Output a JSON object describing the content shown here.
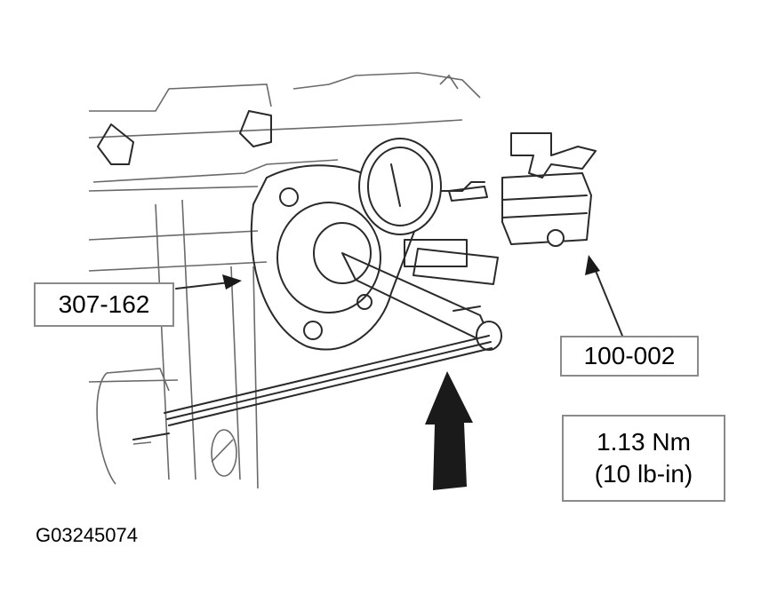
{
  "callouts": {
    "special_tool_307": "307-162",
    "special_tool_100": "100-002",
    "torque_line1": "1.13 Nm",
    "torque_line2": "(10 lb-in)"
  },
  "figure_id": "G03245074",
  "colors": {
    "line": "#2a2a2a",
    "callout_border": "#8a8a8a",
    "background": "#ffffff"
  }
}
